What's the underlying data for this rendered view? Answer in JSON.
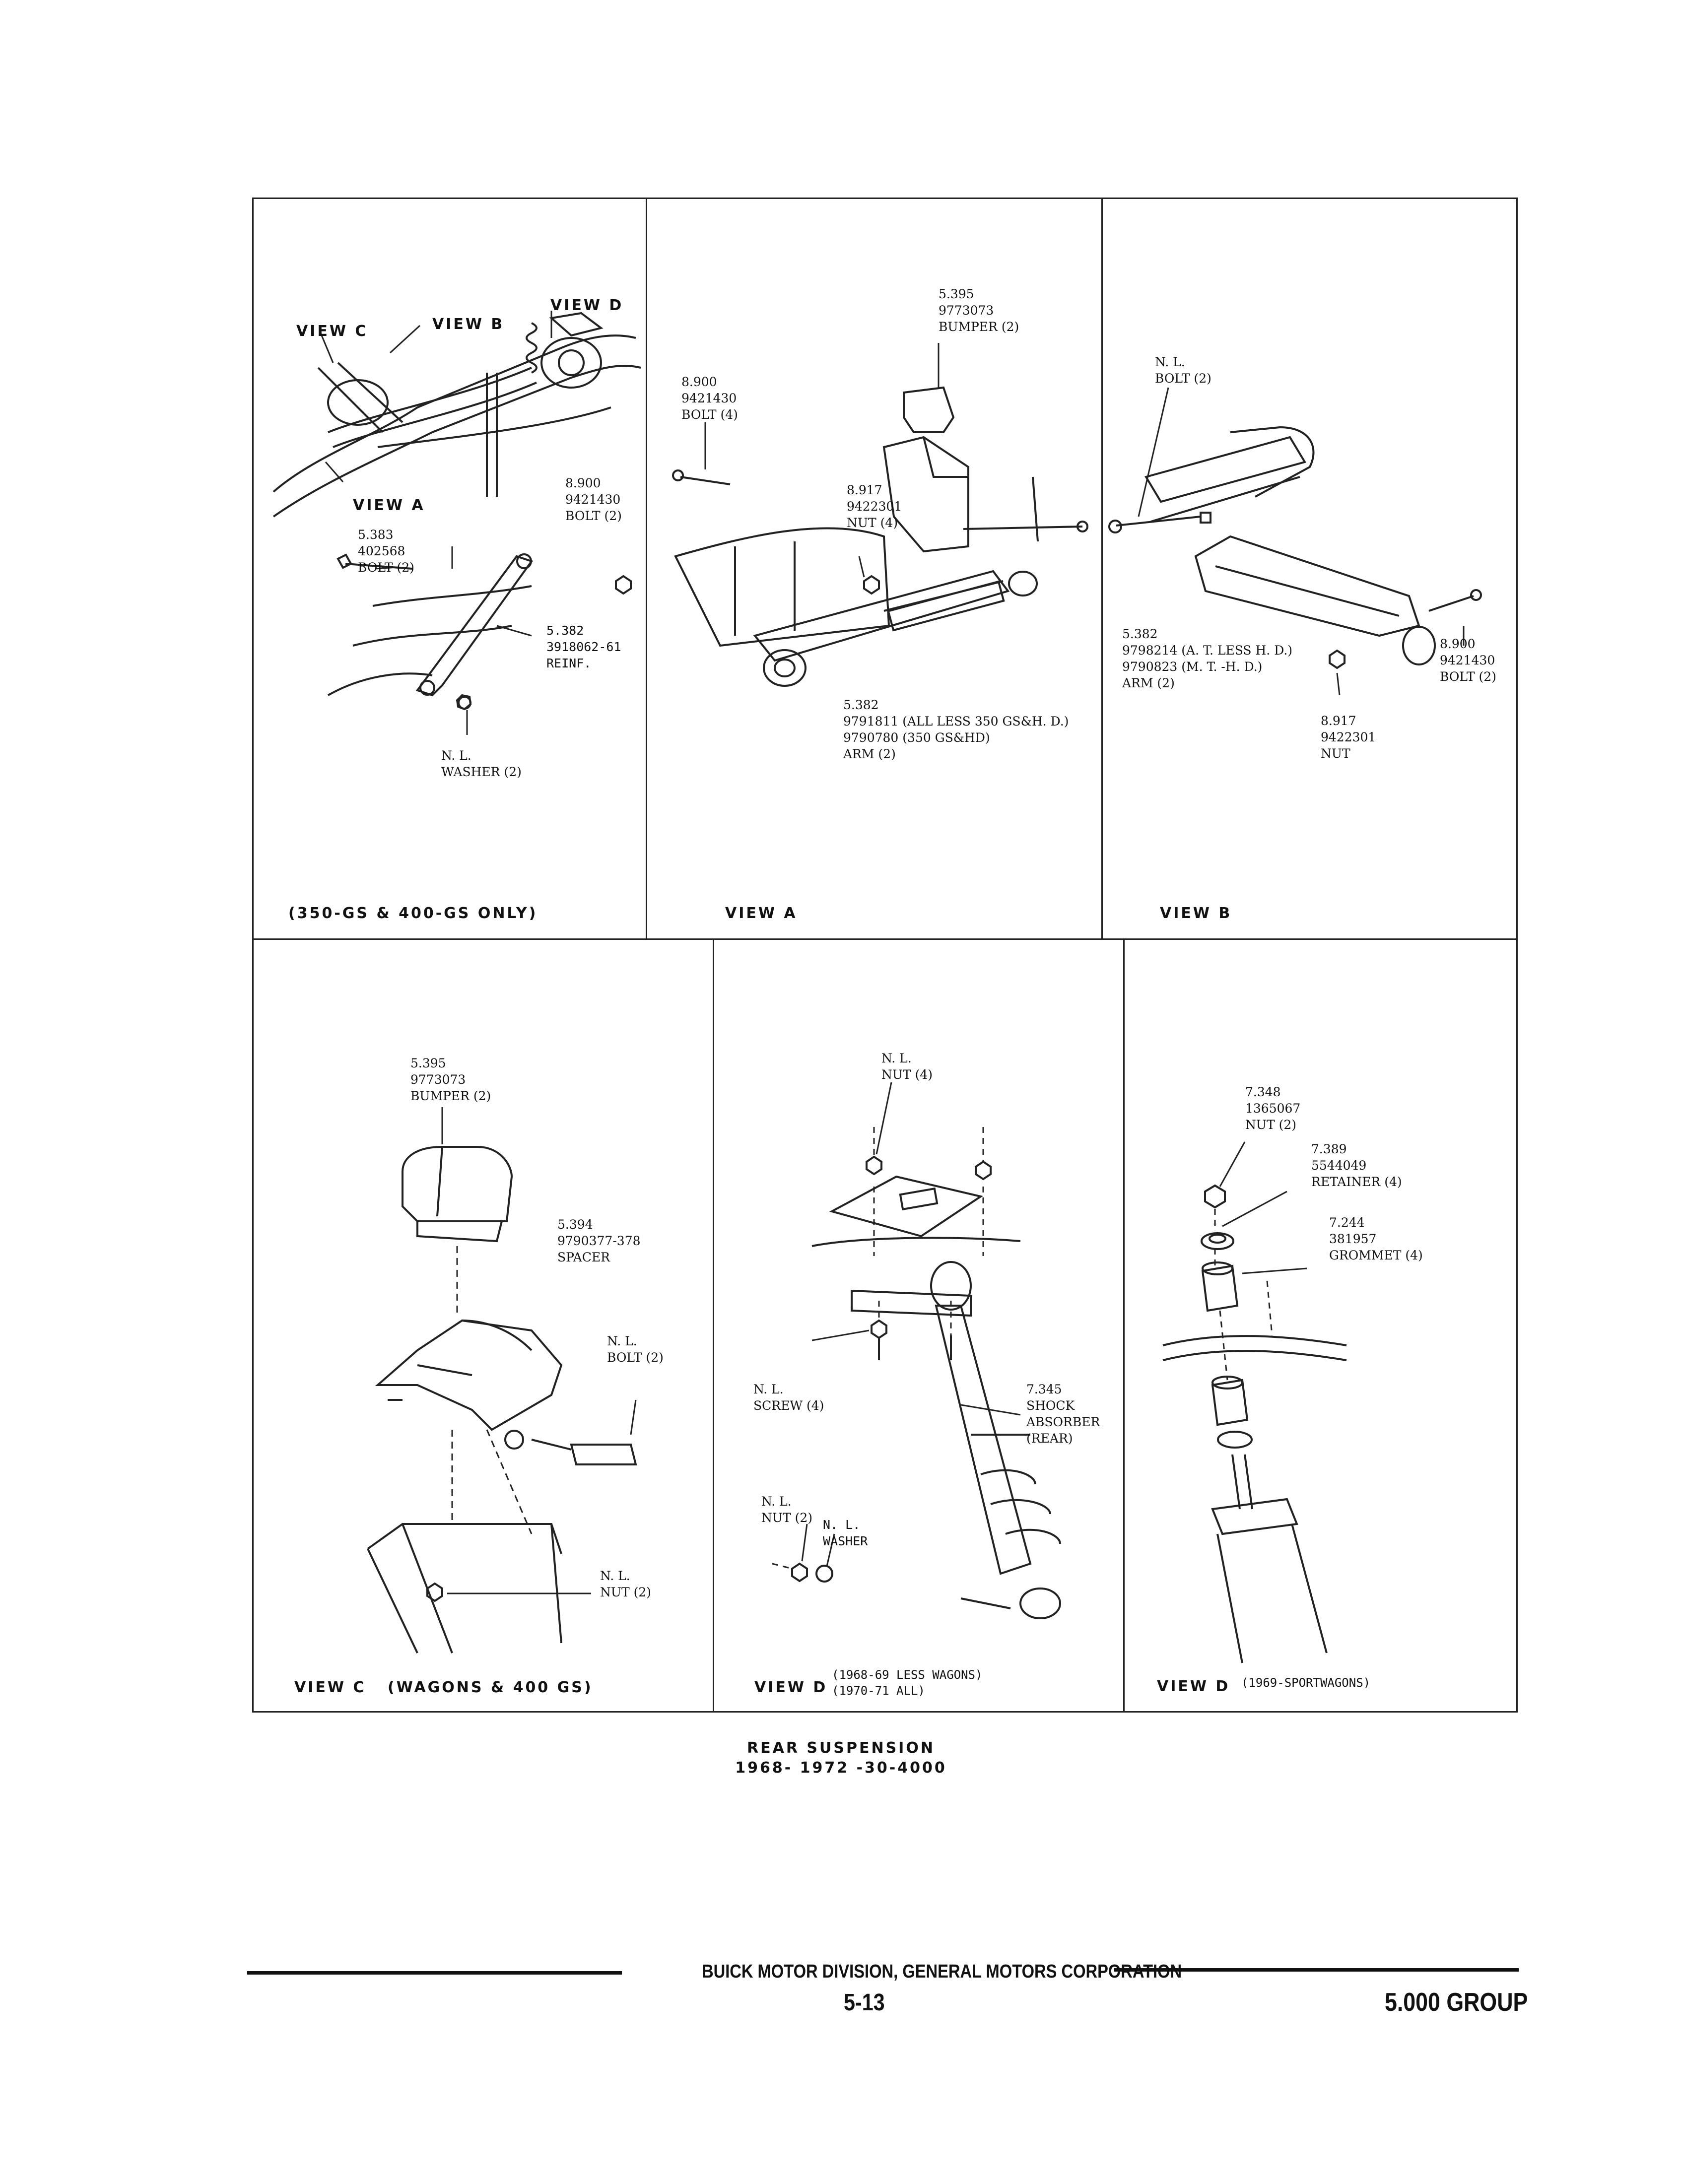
{
  "panels": {
    "overview": {
      "labels": {
        "view_c": "VIEW C",
        "view_b": "VIEW B",
        "view_d": "VIEW D",
        "view_a": "VIEW A"
      },
      "callouts": {
        "bolt_890": [
          "8.900",
          "9421430",
          "BOLT (2)"
        ],
        "bolt_5383": [
          "5.383",
          "402568",
          "BOLT (2)"
        ],
        "reinf_5382": [
          "5.382",
          "3918062-61",
          "REINF."
        ],
        "washer_nl": [
          "N. L.",
          "WASHER (2)"
        ]
      },
      "caption": "(350-GS & 400-GS ONLY)"
    },
    "view_a": {
      "callouts": {
        "bumper": [
          "5.395",
          "9773073",
          "BUMPER (2)"
        ],
        "bolt": [
          "8.900",
          "9421430",
          "BOLT (4)"
        ],
        "nut": [
          "8.917",
          "9422301",
          "NUT (4)"
        ],
        "arm": [
          "5.382",
          "9791811 (ALL LESS 350 GS&H. D.)",
          "9790780 (350 GS&HD)",
          "ARM (2)"
        ]
      },
      "caption": "VIEW A"
    },
    "view_b": {
      "callouts": {
        "bolt_nl": [
          "N. L.",
          "BOLT (2)"
        ],
        "arm": [
          "5.382",
          "9798214 (A. T. LESS H. D.)",
          "9790823 (M. T. -H. D.)",
          "ARM (2)"
        ],
        "bolt": [
          "8.900",
          "9421430",
          "BOLT (2)"
        ],
        "nut": [
          "8.917",
          "9422301",
          "NUT"
        ]
      },
      "caption": "VIEW B"
    },
    "view_c": {
      "callouts": {
        "bumper": [
          "5.395",
          "9773073",
          "BUMPER (2)"
        ],
        "spacer": [
          "5.394",
          "9790377-378",
          "SPACER"
        ],
        "bolt": [
          "N. L.",
          "BOLT (2)"
        ],
        "nut": [
          "N. L.",
          "NUT (2)"
        ]
      },
      "caption": "VIEW C",
      "caption_note": "(WAGONS & 400 GS)"
    },
    "view_d1": {
      "callouts": {
        "nut_top": [
          "N. L.",
          "NUT (4)"
        ],
        "screw": [
          "N. L.",
          "SCREW (4)"
        ],
        "shock": [
          "7.345",
          "SHOCK",
          "ABSORBER",
          "(REAR)"
        ],
        "nut_bot": [
          "N. L.",
          "NUT (2)"
        ],
        "washer": [
          "N. L.",
          "WASHER"
        ]
      },
      "caption": "VIEW D",
      "caption_note": [
        "(1968-69 LESS WAGONS)",
        "(1970-71 ALL)"
      ]
    },
    "view_d2": {
      "callouts": {
        "nut": [
          "7.348",
          "1365067",
          "NUT (2)"
        ],
        "retainer": [
          "7.389",
          "5544049",
          "RETAINER (4)"
        ],
        "grommet": [
          "7.244",
          "381957",
          "GROMMET (4)"
        ]
      },
      "caption": "VIEW D",
      "caption_note": "(1969-SPORTWAGONS)"
    }
  },
  "figure_title": {
    "line1": "REAR SUSPENSION",
    "line2": "1968- 1972 -30-4000"
  },
  "footer": {
    "publisher": "BUICK MOTOR DIVISION, GENERAL MOTORS CORPORATION",
    "page_number": "5-13",
    "group": "5.000 GROUP"
  }
}
